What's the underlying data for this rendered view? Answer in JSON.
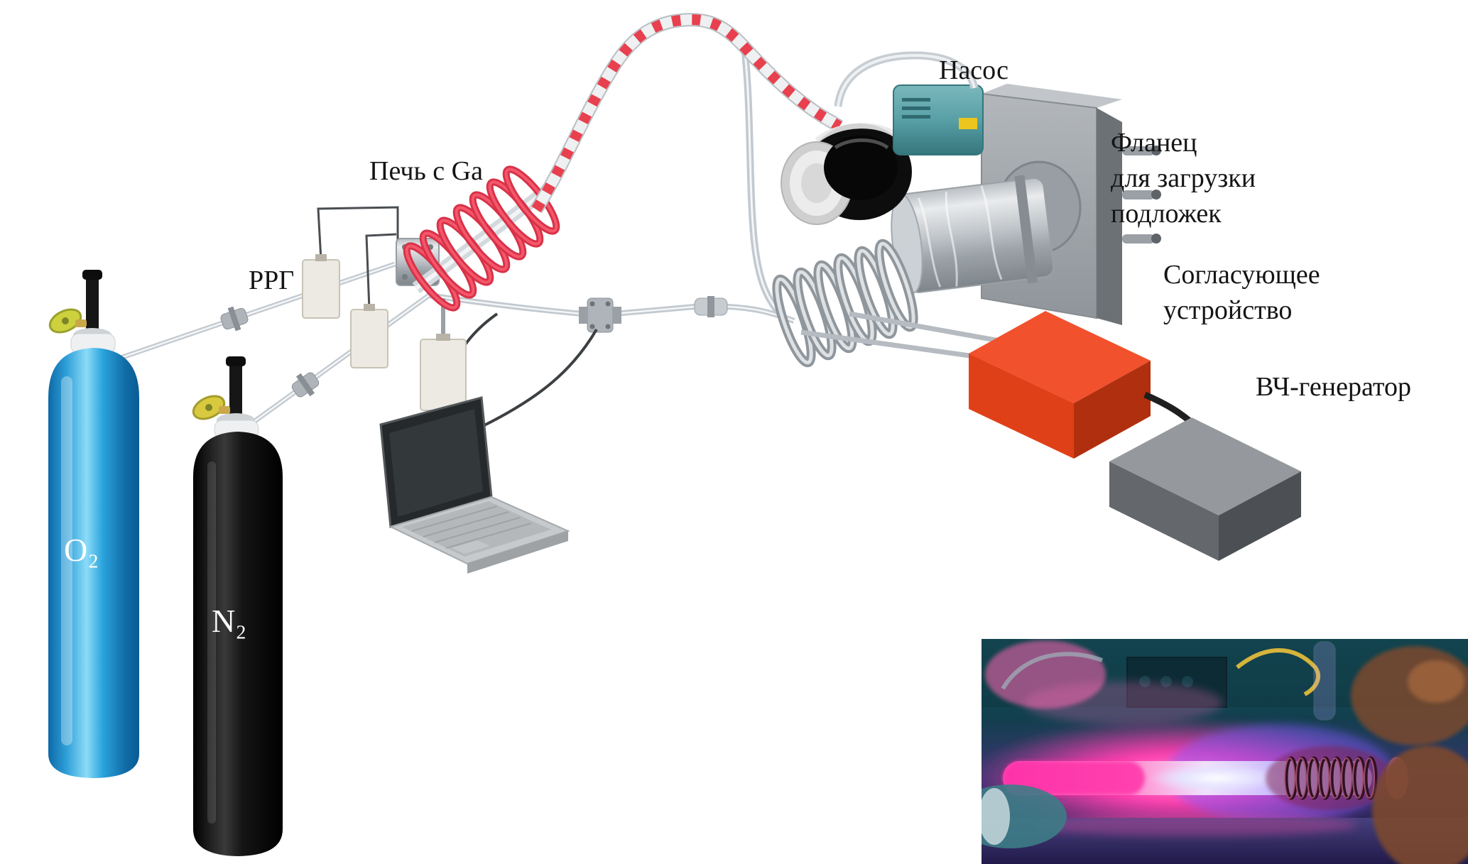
{
  "figure": {
    "labels": {
      "o2": "O₂",
      "n2": "N₂",
      "rrg": "РРГ",
      "furnace": "Печь с Ga",
      "pump": "Насос",
      "flange": [
        "Фланец",
        "для загрузки",
        "подложек"
      ],
      "matcher": [
        "Согласующее",
        "устройство"
      ],
      "rf_generator": "ВЧ-генератор"
    },
    "colors": {
      "o2_cylinder": "#2aa3dc",
      "n2_cylinder": "#0d0d0d",
      "furnace_coil": "#d83248",
      "heated_hose_stripe": "#e8404e",
      "matching_box": "#e04017",
      "rf_box": "#64686c",
      "pump_motor": "#58a0a6",
      "flange_plate": "#a7acb1",
      "pipe": "#c2c9d0",
      "plasma_magenta": "#ff3fae",
      "photo_background": "#17525e"
    }
  }
}
